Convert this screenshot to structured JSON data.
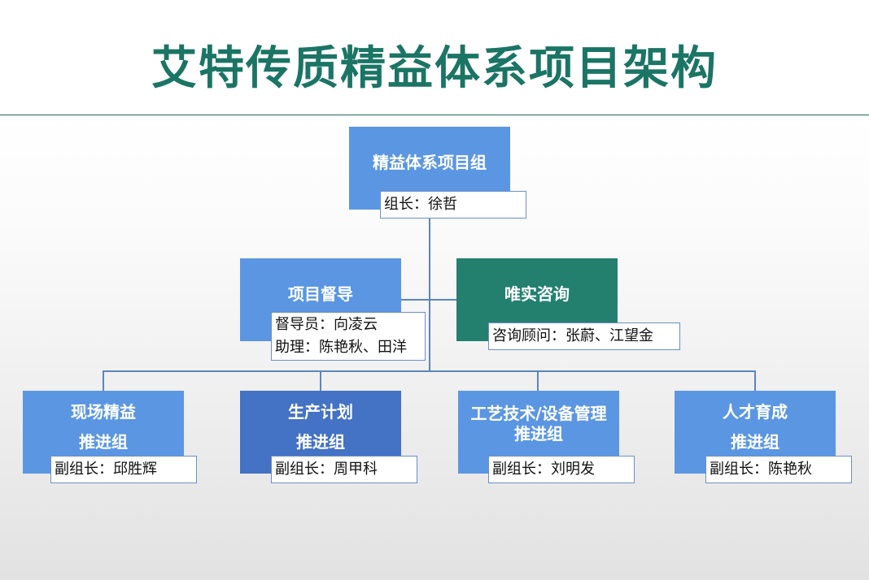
{
  "title": "艾特传质精益体系项目架构",
  "top": {
    "name": "精益体系项目组",
    "role": "组长：徐哲"
  },
  "supervisor": {
    "name": "项目督导",
    "roles": [
      "督导员：向凌云",
      "助理：陈艳秋、田洋"
    ]
  },
  "consult": {
    "name": "唯实咨询",
    "role": "咨询顾问：张蔚、江望金"
  },
  "groups": [
    {
      "line1": "现场精益",
      "line2": "推进组",
      "role": "副组长：邱胜辉",
      "color": "#5b96e3"
    },
    {
      "line1": "生产计划",
      "line2": "推进组",
      "role": "副组长：周甲科",
      "color": "#4472c4"
    },
    {
      "line1": "工艺技术/设备管理",
      "line2": "推进组",
      "role": "副组长：刘明发",
      "color": "#5b96e3"
    },
    {
      "line1": "人才育成",
      "line2": "推进组",
      "role": "副组长：陈艳秋",
      "color": "#5b96e3"
    }
  ]
}
